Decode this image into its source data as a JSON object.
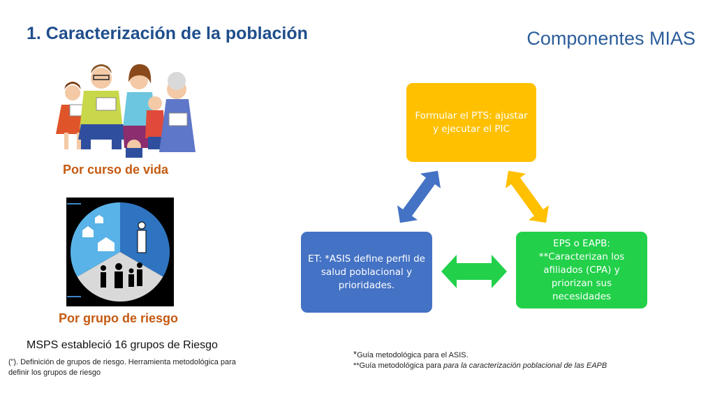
{
  "header": {
    "title": "1. Caracterización de la población",
    "section": "Componentes MIAS"
  },
  "left": {
    "label_life": "Por curso de vida",
    "label_risk": "Por grupo de riesgo",
    "msps_text": "MSPS estableció 16 grupos de Riesgo",
    "footnote_mark": "(”).",
    "footnote_text": " Definición de grupos de riesgo. Herramienta metodológica para definir los grupos de riesgo"
  },
  "cycle": {
    "top": "Formular el PTS: ajustar y ejecutar el PIC",
    "left": "ET: *ASIS define perfil de salud poblacional y prioridades.",
    "right_line1": "EPS o EAPB:",
    "right_line2": "**Caracterizan los afiliados (CPA) y priorizan sus necesidades"
  },
  "notes": {
    "line1_star": "*",
    "line1": "Guía metodológica para el ASIS.",
    "line2_prefix": "**Guía metodológica para ",
    "line2_italic": "para la caracterización poblacional de las EAPB"
  },
  "colors": {
    "title": "#1f4e8c",
    "orange_label": "#c55a11",
    "box_yellow": "#ffc000",
    "box_blue": "#4472c4",
    "box_green": "#22d04a",
    "arrow_blue": "#4472c4",
    "arrow_yellow": "#ffc000",
    "arrow_green": "#22d04a"
  }
}
